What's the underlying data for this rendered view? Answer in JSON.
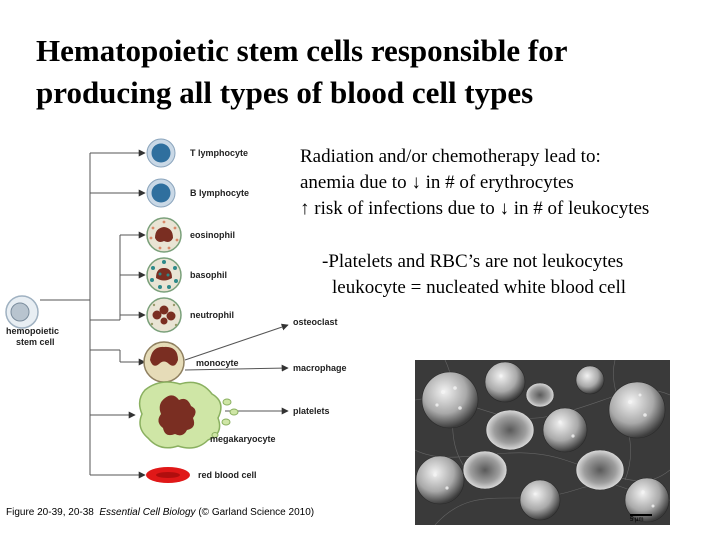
{
  "title": {
    "line1": "Hematopoietic stem cells responsible for",
    "line2": "producing all types of blood cell types"
  },
  "notes": {
    "line1": "Radiation and/or chemotherapy lead to:",
    "line2": "anemia due to ↓ in # of erythrocytes",
    "line3": "↑ risk of infections due to ↓ in # of leukocytes",
    "line4": "-Platelets and RBC’s are not leukocytes",
    "line5": "leukocyte = nucleated white blood cell"
  },
  "diagram": {
    "stem_cell_label_1": "hemopoietic",
    "stem_cell_label_2": "stem cell",
    "cells": {
      "t_lymphocyte": "T lymphocyte",
      "b_lymphocyte": "B lymphocyte",
      "eosinophil": "eosinophil",
      "basophil": "basophil",
      "neutrophil": "neutrophil",
      "monocyte": "monocyte",
      "megakaryocyte": "megakaryocyte",
      "red_blood_cell": "red blood cell"
    },
    "products": {
      "osteoclast": "osteoclast",
      "macrophage": "macrophage",
      "platelets": "platelets"
    },
    "colors": {
      "lymphocyte_nucleus": "#2f6f9e",
      "granulocyte_nucleus": "#7a2e22",
      "cell_membrane": "#c2d2e0",
      "megakaryocyte_body": "#cfe6a6",
      "rbc": "#e01818"
    }
  },
  "caption": {
    "prefix": "Figure 20-39, 20-38  ",
    "book": "Essential Cell Biology",
    "suffix": " (© Garland Science 2010)"
  },
  "micrograph": {
    "scale_label": "5 μm"
  }
}
